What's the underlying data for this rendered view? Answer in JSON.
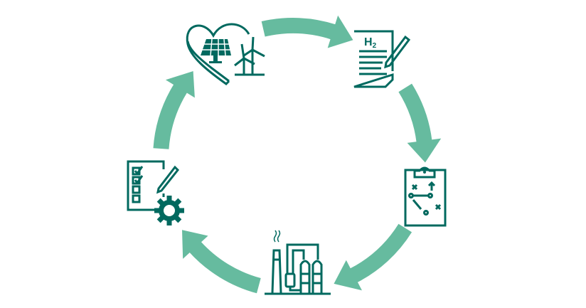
{
  "diagram": {
    "type": "cycle",
    "colors": {
      "arrow": "#66bb9f",
      "icon": "#00695f"
    },
    "steps": [
      {
        "icon": "heart-solar-wind-icon"
      },
      {
        "icon": "hydrogen-document-icon",
        "label_main": "H",
        "label_sub": "2"
      },
      {
        "icon": "strategy-clipboard-icon"
      },
      {
        "icon": "industrial-plant-icon"
      },
      {
        "icon": "checklist-gear-icon"
      }
    ]
  }
}
